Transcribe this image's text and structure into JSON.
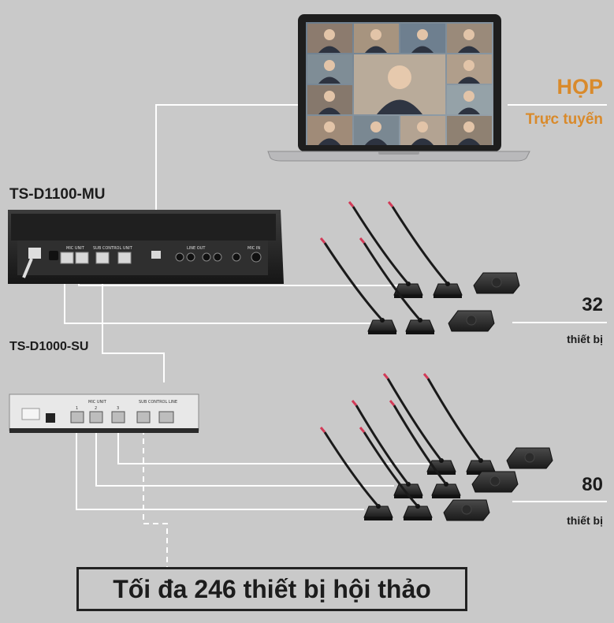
{
  "laptop": {
    "headline": "HỌP",
    "subheadline": "Trực tuyến"
  },
  "main_unit": {
    "model": "TS-D1100-MU",
    "port_labels": [
      "MIC UNIT",
      "SUB CONTROL UNIT",
      "LINE OUT",
      "MIC IN"
    ]
  },
  "sub_unit": {
    "model": "TS-D1000-SU",
    "port_labels": [
      "MIC UNIT",
      "SUB CONTROL LINE",
      "1",
      "2",
      "3"
    ]
  },
  "groups": [
    {
      "count": "32",
      "unit": "thiết bị"
    },
    {
      "count": "80",
      "unit": "thiết bị"
    }
  ],
  "capacity": {
    "text": "Tối đa 246 thiết bị hội thảo"
  },
  "colors": {
    "background": "#c9c9c9",
    "accent": "#d98a2b",
    "cable": "#ffffff",
    "device": "#2a2a2a",
    "text": "#1c1c1c"
  }
}
